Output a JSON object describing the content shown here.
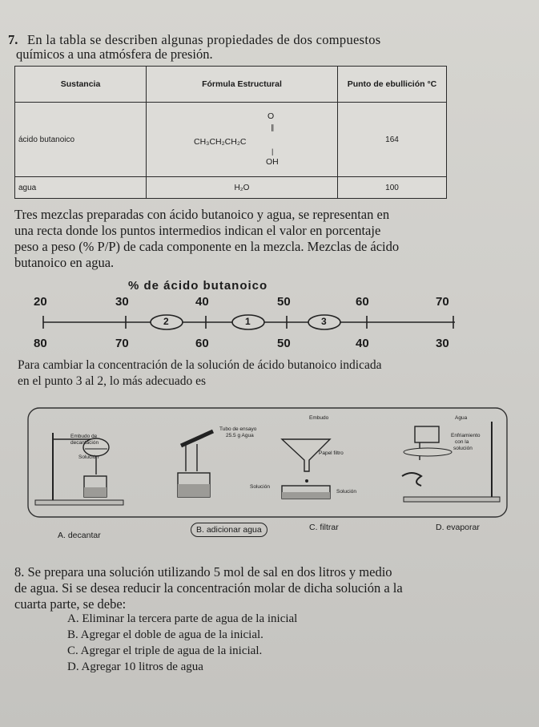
{
  "q7": {
    "number": "7.",
    "line1": "En la tabla se describen algunas propiedades de dos compuestos",
    "line2": "químicos a una atmósfera de presión.",
    "table": {
      "headers": [
        "Sustancia",
        "Fórmula Estructural",
        "Punto de ebullición °C"
      ],
      "rows": [
        {
          "substance": "ácido butanoico",
          "formula_main": "CH₃CH₂CH₂C",
          "formula_top": "O",
          "formula_bottom": "OH",
          "boiling": "164"
        },
        {
          "substance": "agua",
          "formula_main": "H₂O",
          "boiling": "100"
        }
      ]
    },
    "para1": "Tres mezclas preparadas con ácido butanoico y agua, se representan en",
    "para2": "una recta donde los puntos intermedios indican el valor en porcentaje",
    "para3": "peso a peso (% P/P) de cada componente en la mezcla. Mezclas de ácido",
    "para4": "butanoico en agua.",
    "diagram_title": "% de ácido butanoico",
    "top_numbers": [
      "20",
      "30",
      "40",
      "50",
      "60",
      "70"
    ],
    "bottom_numbers": [
      "80",
      "70",
      "60",
      "50",
      "40",
      "30"
    ],
    "points": [
      "2",
      "1",
      "3"
    ],
    "question1": "Para cambiar la concentración de la solución de ácido butanoico indicada",
    "question2": "en el punto 3 al 2, lo más adecuado es",
    "options": {
      "A": {
        "label": "A. decantar",
        "notes": [
          "Embudo de",
          "decantación",
          "Solución"
        ]
      },
      "B": {
        "label": "B. adicionar agua",
        "notes": [
          "Tubo de ensayo",
          "25.5 g Agua",
          "Solución"
        ]
      },
      "C": {
        "label": "C. filtrar",
        "notes": [
          "Embudo",
          "Papel filtro",
          "Solución"
        ]
      },
      "D": {
        "label": "D. evaporar",
        "notes": [
          "Agua",
          "Enfriamiento",
          "con la",
          "solución"
        ]
      }
    }
  },
  "q8": {
    "line1": "8. Se prepara una solución utilizando 5 mol de sal en dos litros y medio",
    "line2": "de agua. Si se desea reducir la concentración molar de dicha solución a la",
    "line3": "cuarta parte, se debe:",
    "options": [
      "A.   Eliminar la tercera parte de agua de la inicial",
      "B.   Agregar el doble de agua de la inicial.",
      "C.   Agregar el triple de agua de la inicial.",
      "D.   Agregar 10 litros de agua"
    ]
  }
}
